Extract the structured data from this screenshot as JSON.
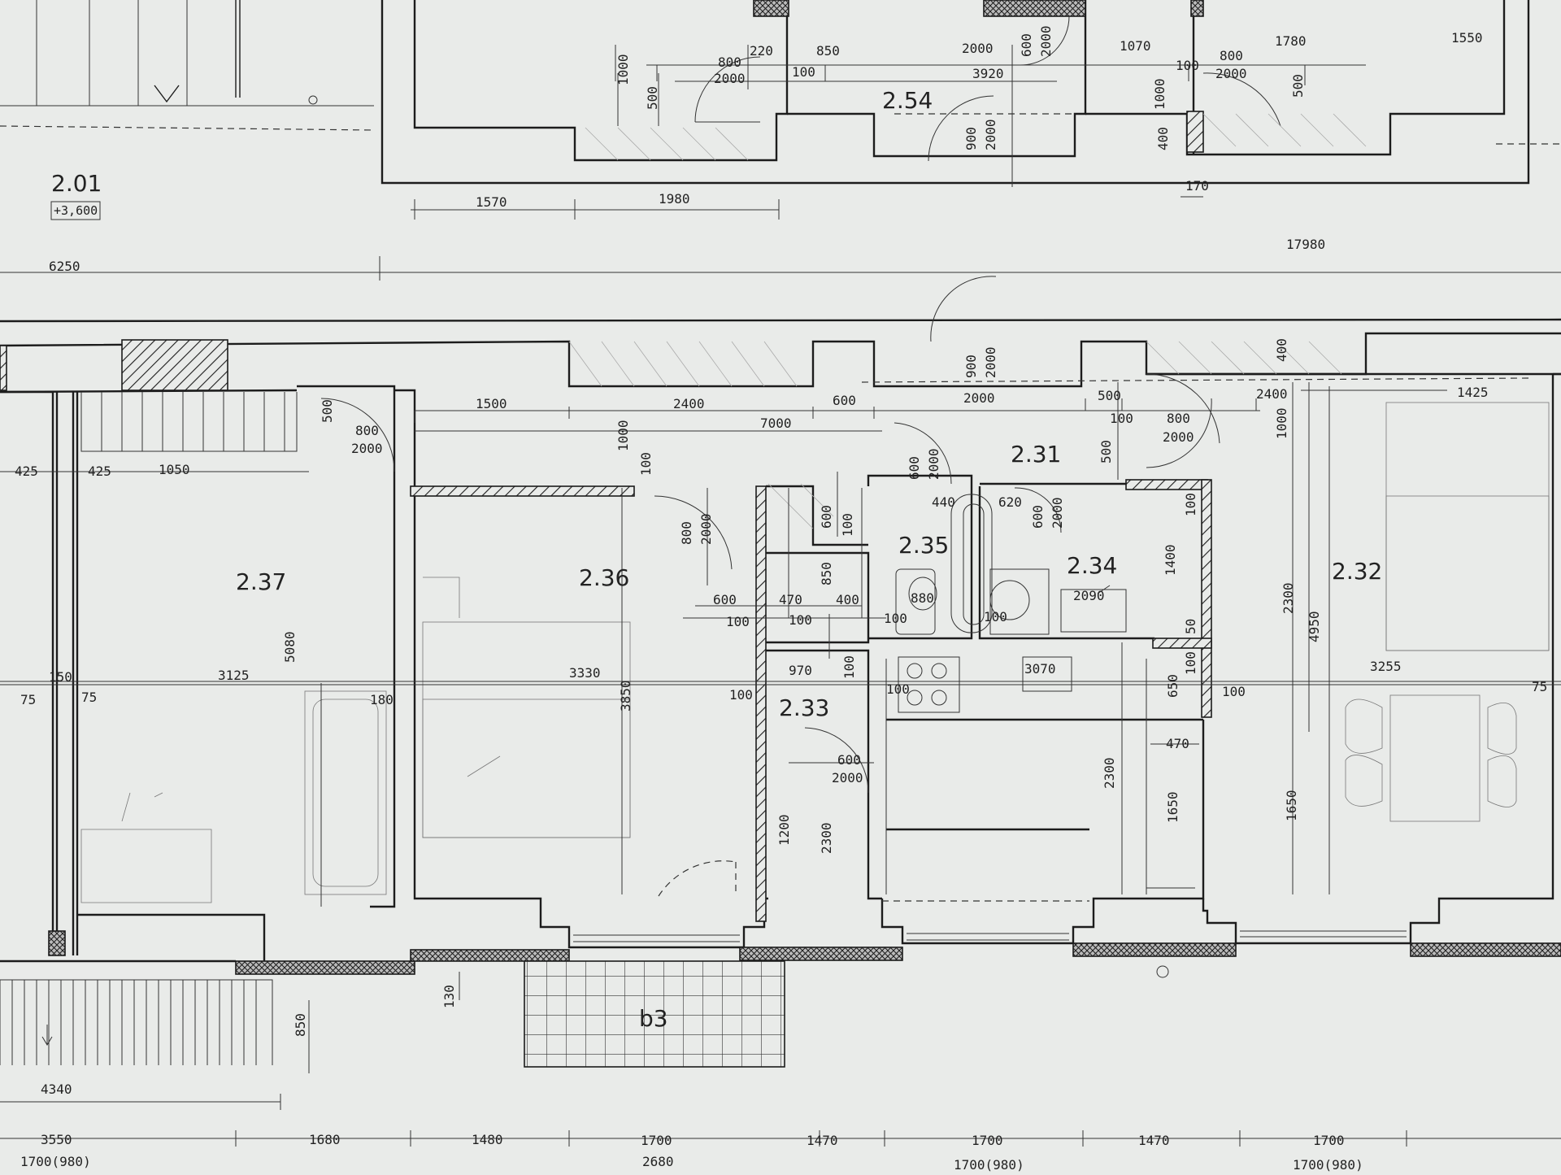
{
  "rooms": {
    "r201": "2.01",
    "r254": "2.54",
    "r237": "2.37",
    "r236": "2.36",
    "r235": "2.35",
    "r234": "2.34",
    "r233": "2.33",
    "r232": "2.32",
    "r231": "2.31",
    "balcony": "b3"
  },
  "level": "+3,600",
  "dims": {
    "d800a": "800",
    "d2000a": "2000",
    "d220": "220",
    "d850a": "850",
    "d100a": "100",
    "d2000b": "2000",
    "d3920": "3920",
    "d1070": "1070",
    "d100b": "100",
    "d800b": "800",
    "d2000c": "2000",
    "d1780": "1780",
    "d1550": "1550",
    "d1000a": "1000",
    "d500a": "500",
    "d600a": "600",
    "d2000v1": "2000",
    "d1000b": "1000",
    "d500b": "500",
    "d400a": "400",
    "d900a": "900",
    "d2000v2": "2000",
    "d1570": "1570",
    "d1980": "1980",
    "d170": "170",
    "d6250": "6250",
    "d17980": "17980",
    "d900b": "900",
    "d2000v3": "2000",
    "d2000d": "2000",
    "d500c": "500",
    "d100c": "100",
    "d400b": "400",
    "d2400a": "2400",
    "d1425": "1425",
    "d1500": "1500",
    "d2400b": "2400",
    "d600b": "600",
    "d7000": "7000",
    "d800c": "800",
    "d2000e": "2000",
    "d500v": "500",
    "d800d": "800",
    "d2000f": "2000",
    "d1000c": "1000",
    "d425a": "425",
    "d425b": "425",
    "d1050": "1050",
    "d1000d": "1000",
    "d100d": "100",
    "d800v": "800",
    "d2000v4": "2000",
    "d600c": "600",
    "d100e": "100",
    "d600v": "600",
    "d2000v5": "2000",
    "d440": "440",
    "d620": "620",
    "d600v2": "600",
    "d2000v6": "2000",
    "d500d": "500",
    "d100f": "100",
    "d1400": "1400",
    "d600d": "600",
    "d470a": "470",
    "d850v": "850",
    "d400c": "400",
    "d100g": "100",
    "d100h": "100",
    "d880": "880",
    "d100i": "100",
    "d100j": "100",
    "d2090": "2090",
    "d50": "50",
    "d5080": "5080",
    "d2300a": "2300",
    "d4950": "4950",
    "d150": "150",
    "d75a": "75",
    "d75b": "75",
    "d3125": "3125",
    "d180": "180",
    "d3330": "3330",
    "d3850": "3850",
    "d100k": "100",
    "d970": "970",
    "d100l": "100",
    "d100m": "100",
    "d3070": "3070",
    "d650": "650",
    "d100n": "100",
    "d100o": "100",
    "d3255": "3255",
    "d75c": "75",
    "d470b": "470",
    "d600e": "600",
    "d2000g": "2000",
    "d1200": "1200",
    "d2300b": "2300",
    "d2300c": "2300",
    "d1650a": "1650",
    "d1650b": "1650",
    "d130": "130",
    "d850b": "850",
    "d4340": "4340",
    "d3550": "3550",
    "d1680": "1680",
    "d1480": "1480",
    "d1700a": "1700",
    "d1470a": "1470",
    "d1700b": "1700",
    "d1470b": "1470",
    "d1700c": "1700",
    "d1700_980a": "1700(980)",
    "d2680": "2680",
    "d1700_980b": "1700(980)",
    "d1700_980c": "1700(980)"
  }
}
